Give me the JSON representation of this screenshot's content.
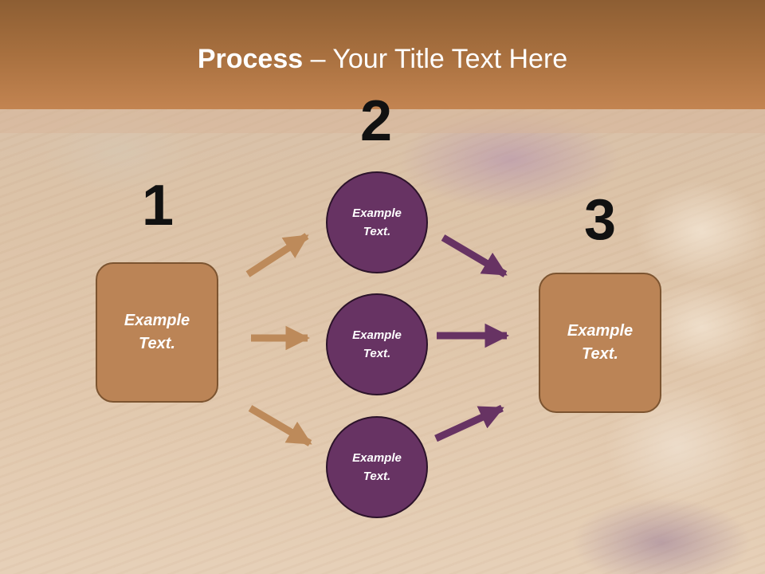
{
  "title": {
    "bold": "Process",
    "rest": " – Your Title Text Here"
  },
  "steps": [
    "1",
    "2",
    "3"
  ],
  "left_box": {
    "text": "Example\nText."
  },
  "circles": [
    {
      "text": "Example\nText."
    },
    {
      "text": "Example\nText."
    },
    {
      "text": "Example\nText."
    }
  ],
  "right_box": {
    "text": "Example\nText."
  },
  "colors": {
    "title_band": "#a8703f",
    "box_fill": "#bb8456",
    "box_border": "#7c5430",
    "circle_fill": "#673363",
    "circle_border": "#2c132a",
    "arrow_left": "#bd8a5a",
    "arrow_right": "#673363"
  }
}
